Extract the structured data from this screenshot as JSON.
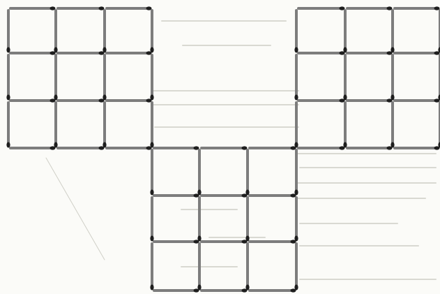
{
  "figure": {
    "description_visible_text": "",
    "grids": [
      {
        "id": "top-left",
        "rows": 3,
        "cols": 3
      },
      {
        "id": "top-right",
        "rows": 3,
        "cols": 3
      },
      {
        "id": "bottom-center",
        "rows": 3,
        "cols": 3
      }
    ],
    "colors": {
      "matchstick": "#7d7d7d",
      "match_head": "#1e1e1e",
      "background": "#fbfbf8",
      "bleed_through_text": "#d9d9d2"
    }
  }
}
